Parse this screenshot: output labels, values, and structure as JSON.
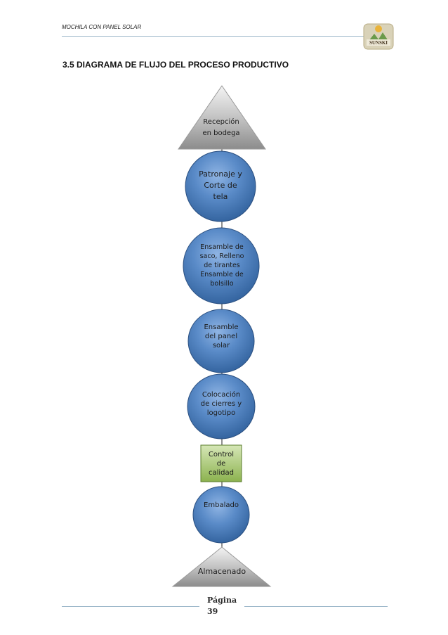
{
  "header": {
    "title": "MOCHILA CON PANEL SOLAR",
    "logo_text": "SUNSKI"
  },
  "section_title": "3.5 DIAGRAMA DE FLUJO DEL PROCESO PRODUCTIVO",
  "flow": {
    "step1": "Recepción en bodega",
    "step2": "Patronaje y Corte de tela",
    "step3": "Ensamble de saco, Relleno de tirantes Ensamble de bolsillo",
    "step4": "Ensamble del panel solar",
    "step5": "Colocación de cierres y logotipo",
    "step6": "Control de calidad",
    "step7": "Embalado",
    "step8": "Almacenado"
  },
  "footer": {
    "page_label": "Página",
    "page_number": "39"
  },
  "colors": {
    "circle": "#4f81bd",
    "triangle": "#8c8c8c",
    "rectangle": "#9bbb59",
    "rule": "#9cb7c9"
  }
}
